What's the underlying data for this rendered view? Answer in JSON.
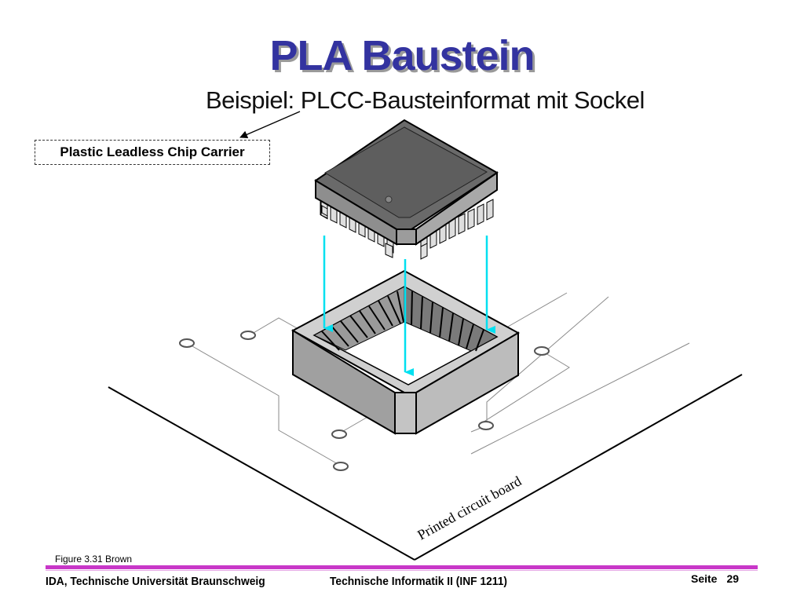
{
  "slide": {
    "title": "PLA Baustein",
    "subtitle": "Beispiel:  PLCC-Bausteinformat mit Sockel",
    "callout": "Plastic Leadless Chip Carrier",
    "figure_caption": "Figure 3.31 Brown"
  },
  "diagram": {
    "board_label": "Printed circuit board"
  },
  "footer": {
    "left": "IDA, Technische Universität Braunschweig",
    "center": "Technische Informatik II (INF 1211)",
    "page_label": "Seite",
    "page_number": "29"
  },
  "colors": {
    "title": "#3333a0",
    "arrow": "#00e0f0",
    "footer_line": "#c837c8"
  }
}
